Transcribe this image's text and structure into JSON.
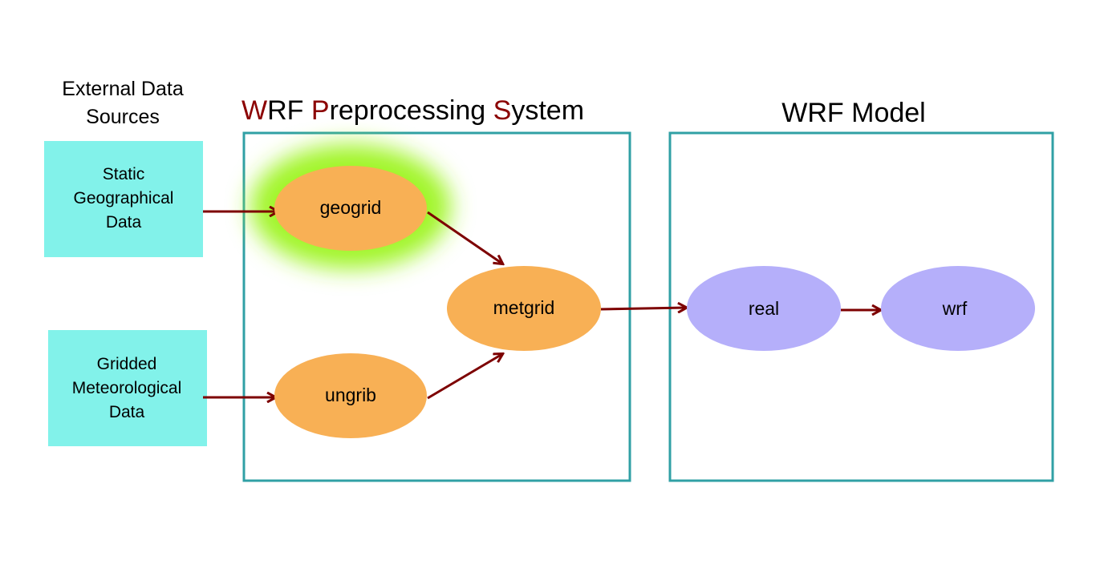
{
  "external": {
    "title_line1": "External Data",
    "title_line2": "Sources",
    "static_box": [
      "Static",
      "Geographical",
      "Data"
    ],
    "gridded_box": [
      "Gridded",
      "Meteorological",
      "Data"
    ]
  },
  "wps": {
    "title_parts": [
      {
        "text": "W",
        "accent": true
      },
      {
        "text": "RF ",
        "accent": false
      },
      {
        "text": "P",
        "accent": true
      },
      {
        "text": "reprocessing ",
        "accent": false
      },
      {
        "text": "S",
        "accent": true
      },
      {
        "text": "ystem",
        "accent": false
      }
    ],
    "nodes": {
      "geogrid": "geogrid",
      "ungrib": "ungrib",
      "metgrid": "metgrid"
    },
    "highlighted_node": "geogrid"
  },
  "wrf_model": {
    "title": "WRF Model",
    "nodes": {
      "real": "real",
      "wrf": "wrf"
    }
  },
  "colors": {
    "accent_text": "#8b0000",
    "source_box": "#82f2ea",
    "wps_node": "#f8b055",
    "wrf_node": "#b5affa",
    "container_border": "#30a0a5",
    "arrow": "#7d0000",
    "highlight_glow": "#a2f52a"
  }
}
